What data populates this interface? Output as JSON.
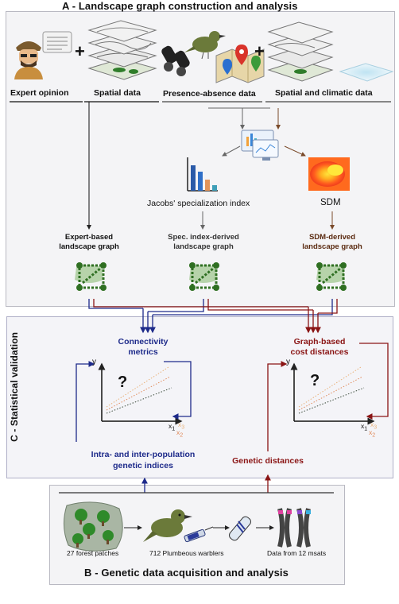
{
  "panel_a": {
    "title": "A - Landscape graph construction and analysis",
    "expert_opinion": "Expert opinion",
    "spatial_data": "Spatial data",
    "presence_absence": "Presence-absence data",
    "spatial_climatic": "Spatial and climatic data",
    "plus": "+",
    "jacobs": "Jacobs' specialization index",
    "sdm": "SDM",
    "expert_graph_1": "Expert-based",
    "expert_graph_2": "landscape graph",
    "spec_graph_1": "Spec. index-derived",
    "spec_graph_2": "landscape graph",
    "sdm_graph_1": "SDM-derived",
    "sdm_graph_2": "landscape graph"
  },
  "panel_c": {
    "title": "C - Statistical validation",
    "connectivity_1": "Connectivity",
    "connectivity_2": "metrics",
    "cost_1": "Graph-based",
    "cost_2": "cost distances",
    "intra_1": "Intra- and inter-population",
    "intra_2": "genetic indices",
    "genetic_distances": "Genetic distances",
    "question": "?",
    "axis_y": "y",
    "axis_x1": "x",
    "axis_x1_sub": "1",
    "axis_x2": "x",
    "axis_x2_sub": "2",
    "axis_x3": "x",
    "axis_x3_sub": "3"
  },
  "panel_b": {
    "title": "B - Genetic data acquisition and analysis",
    "forest": "27 forest patches",
    "warblers": "712 Plumbeous warblers",
    "msats": "Data from 12 msats"
  },
  "colors": {
    "blue": "#1d2a8a",
    "red": "#8a1414",
    "gray": "#555555",
    "green": "#3e8a2c"
  }
}
